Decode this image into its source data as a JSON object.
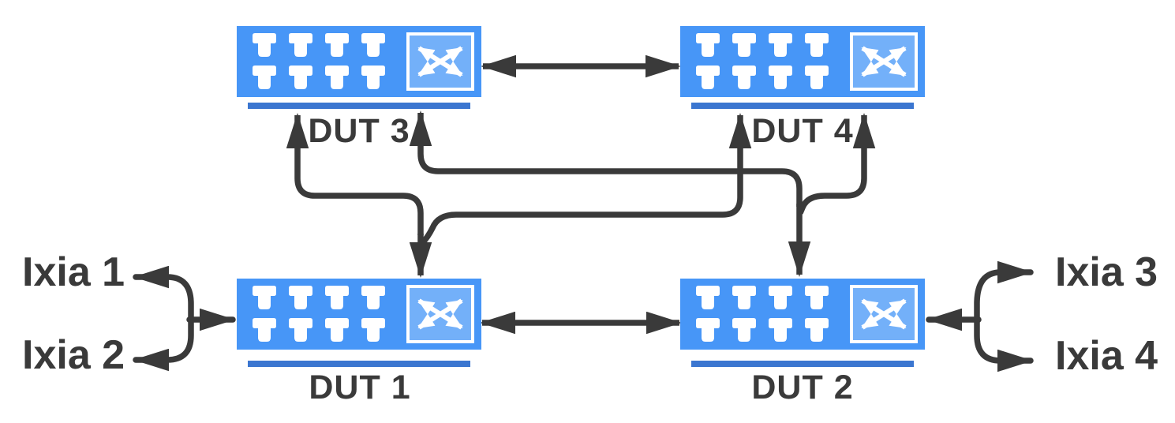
{
  "colors": {
    "node_blue": "#4796F7",
    "switch_icon_blue": "#73B0F9",
    "underline_blue": "#3B76D0",
    "arrow_gray": "#3A3A3A",
    "port_white": "#FFFFFF"
  },
  "icons": {
    "ethernet_port": "white T-shaped port connector glyph",
    "switch_fabric": "square with crossed double-headed arrows"
  },
  "nodes": {
    "dut1": {
      "label": "DUT 1"
    },
    "dut2": {
      "label": "DUT 2"
    },
    "dut3": {
      "label": "DUT 3"
    },
    "dut4": {
      "label": "DUT 4"
    }
  },
  "testers": {
    "ixia1": {
      "label": "Ixia 1"
    },
    "ixia2": {
      "label": "Ixia 2"
    },
    "ixia3": {
      "label": "Ixia 3"
    },
    "ixia4": {
      "label": "Ixia 4"
    }
  },
  "links": [
    {
      "from": "DUT 3",
      "to": "DUT 4",
      "bidirectional": true
    },
    {
      "from": "DUT 1",
      "to": "DUT 2",
      "bidirectional": true
    },
    {
      "from": "DUT 3",
      "to": "DUT 1",
      "bidirectional": true
    },
    {
      "from": "DUT 4",
      "to": "DUT 1",
      "bidirectional": true
    },
    {
      "from": "DUT 3",
      "to": "DUT 2",
      "bidirectional": true
    },
    {
      "from": "DUT 4",
      "to": "DUT 2",
      "bidirectional": true
    },
    {
      "from": "Ixia 1",
      "to": "DUT 1",
      "bidirectional": true
    },
    {
      "from": "Ixia 2",
      "to": "DUT 1",
      "bidirectional": true
    },
    {
      "from": "Ixia 3",
      "to": "DUT 2",
      "bidirectional": true
    },
    {
      "from": "Ixia 4",
      "to": "DUT 2",
      "bidirectional": true
    }
  ]
}
